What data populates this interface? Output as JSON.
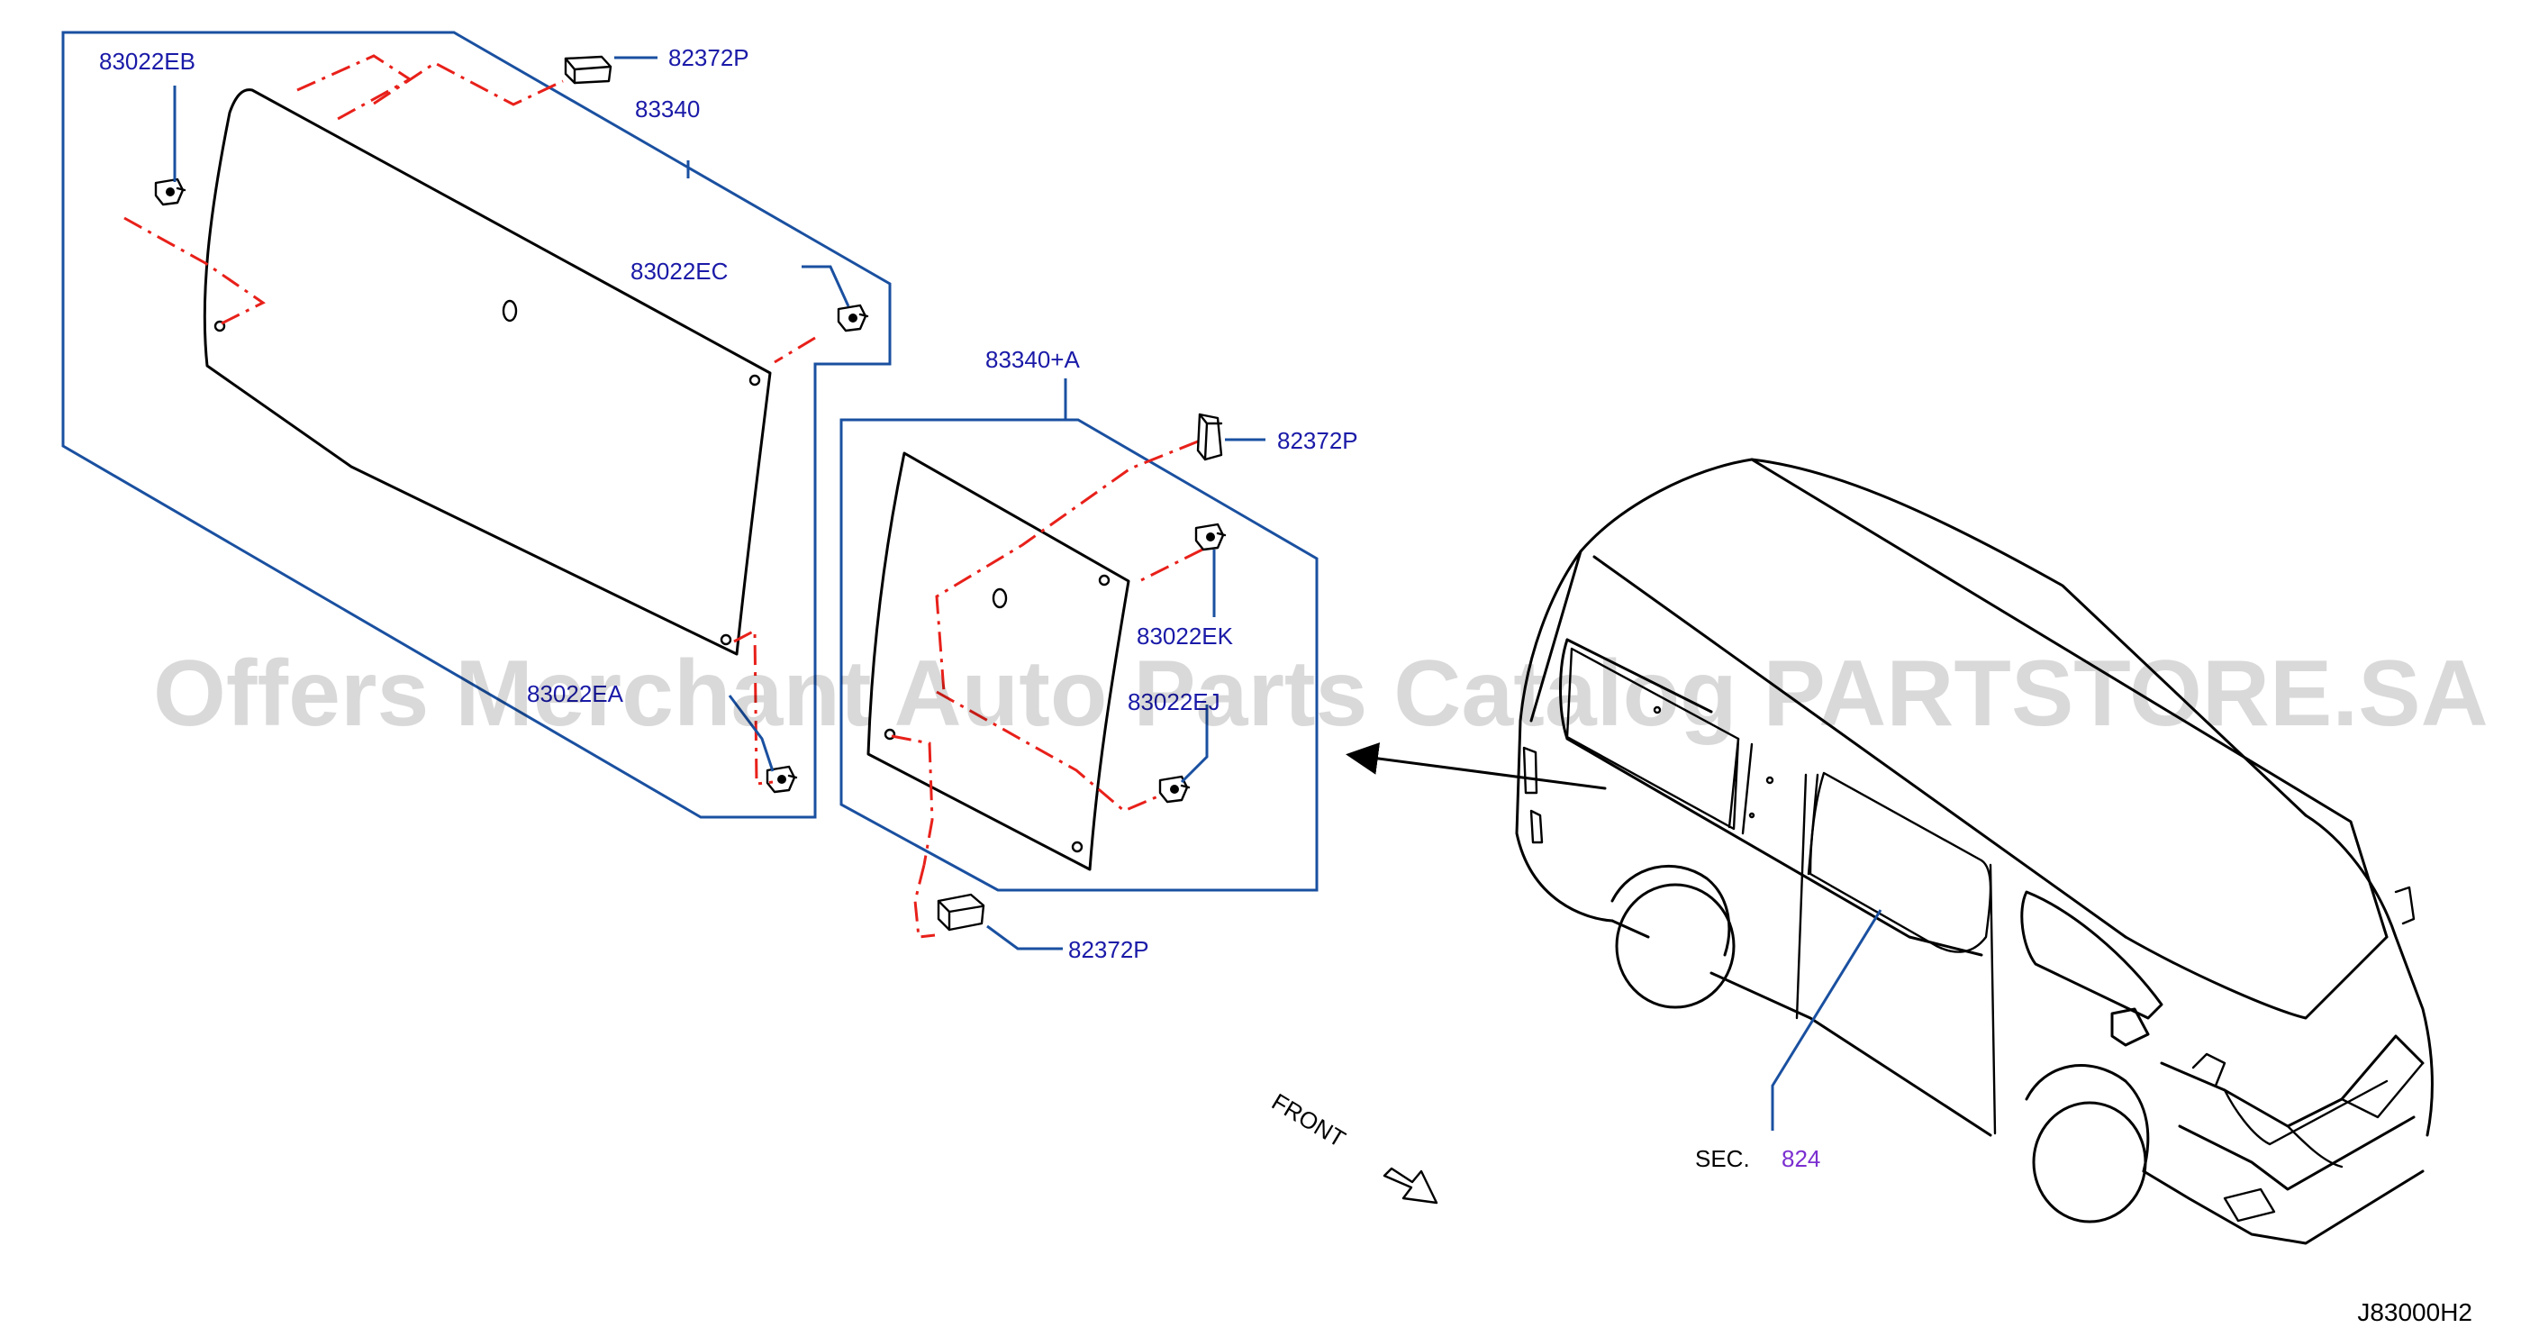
{
  "labels": {
    "p_83022EB": "83022EB",
    "p_82372P_top": "82372P",
    "p_83340": "83340",
    "p_83022EC": "83022EC",
    "p_83022EA": "83022EA",
    "p_83340A": "83340+A",
    "p_82372P_mid": "82372P",
    "p_83022EK": "83022EK",
    "p_83022EJ": "83022EJ",
    "p_82372P_bottom": "82372P",
    "sec_prefix": "SEC.",
    "sec_number": "824",
    "front": "FRONT",
    "diagram_code": "J83000H2"
  },
  "watermark": "Offers Merchant Auto Parts Catalog PARTSTORE.SA",
  "colors": {
    "part_label": "#1a1aa8",
    "leader_line": "#1a50a0",
    "dash_line": "#e8201a",
    "section_number": "#7b2fd0",
    "outline": "#000000"
  },
  "icons": {
    "clip": "clip-icon",
    "spacer": "spacer-block-icon",
    "front_arrow": "front-arrow-icon"
  }
}
